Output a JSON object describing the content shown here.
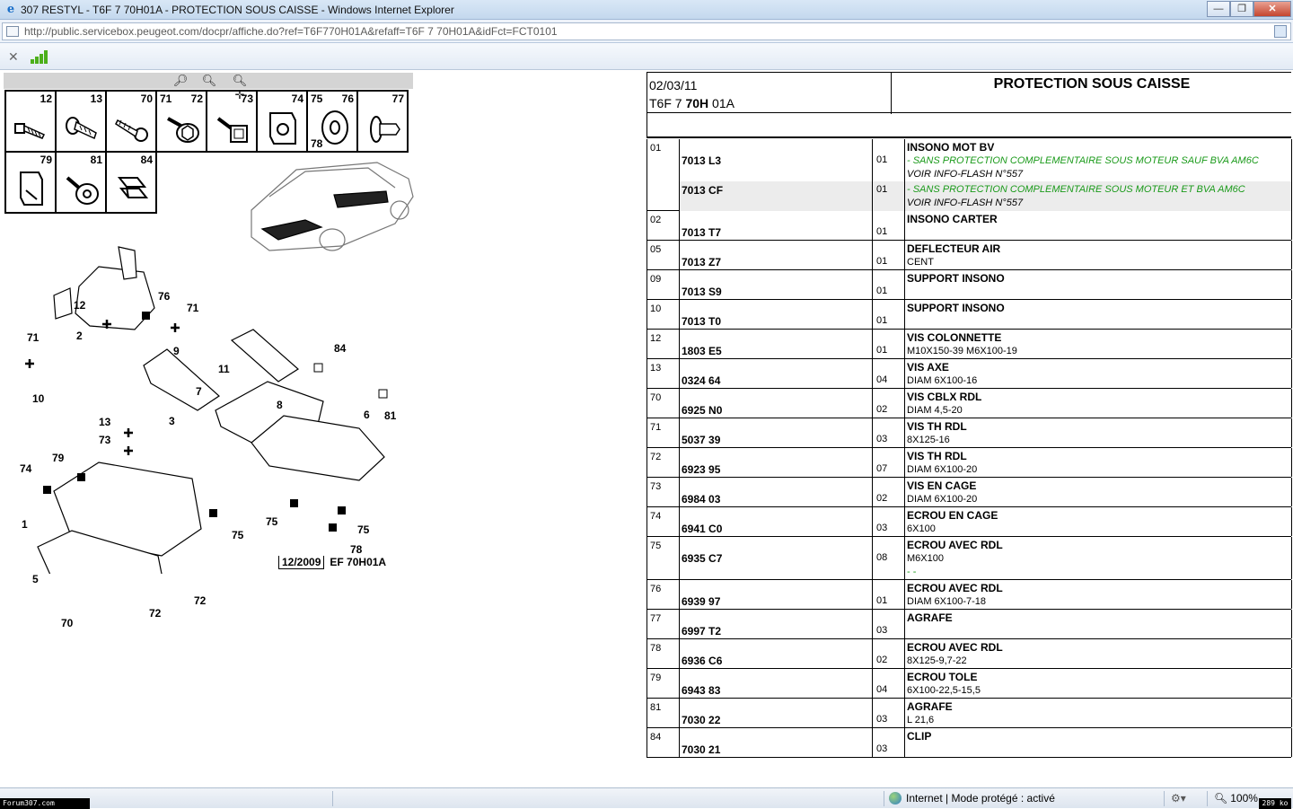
{
  "window": {
    "title": "307 RESTYL - T6F 7 70H01A - PROTECTION SOUS CAISSE - Windows Internet Explorer",
    "url": "http://public.servicebox.peugeot.com/docpr/affiche.do?ref=T6F770H01A&refaff=T6F 7 70H01A&idFct=FCT0101"
  },
  "diagram": {
    "grid_numbers": [
      [
        "12",
        "13",
        "70",
        "71",
        "72",
        "73",
        "74",
        "75",
        "76",
        "77"
      ],
      [
        "79",
        "81",
        "84"
      ]
    ],
    "cell_78": "78",
    "callouts": [
      "12",
      "76",
      "71",
      "2",
      "9",
      "71",
      "10",
      "13",
      "73",
      "3",
      "11",
      "84",
      "7",
      "8",
      "6",
      "81",
      "74",
      "79",
      "1",
      "5",
      "75",
      "75",
      "75",
      "78",
      "70",
      "72",
      "72"
    ],
    "footer_date": "12/2009",
    "footer_ref": "EF 70H01A"
  },
  "header": {
    "date": "02/03/11",
    "ref_prefix": "T6F 7 ",
    "ref_bold": "70H",
    "ref_suffix": " 01A",
    "title": "PROTECTION SOUS CAISSE"
  },
  "parts": [
    {
      "rep": "01",
      "lines": [
        {
          "ref": "7013 L3",
          "qty": "01",
          "name": "INSONO MOT BV",
          "note": "- SANS PROTECTION COMPLEMENTAIRE SOUS MOTEUR SAUF BVA AM6C",
          "info": "VOIR INFO-FLASH N°557"
        },
        {
          "ref": "7013 CF",
          "qty": "01",
          "note": "- SANS PROTECTION COMPLEMENTAIRE SOUS MOTEUR ET BVA AM6C",
          "info": "VOIR INFO-FLASH N°557"
        }
      ]
    },
    {
      "rep": "02",
      "ref": "7013 T7",
      "qty": "01",
      "name": "INSONO CARTER",
      "detail": ""
    },
    {
      "rep": "05",
      "ref": "7013 Z7",
      "qty": "01",
      "name": "DEFLECTEUR AIR",
      "detail": "CENT"
    },
    {
      "rep": "09",
      "ref": "7013 S9",
      "qty": "01",
      "name": "SUPPORT INSONO",
      "detail": ""
    },
    {
      "rep": "10",
      "ref": "7013 T0",
      "qty": "01",
      "name": "SUPPORT INSONO",
      "detail": ""
    },
    {
      "rep": "12",
      "ref": "1803 E5",
      "qty": "01",
      "name": "VIS COLONNETTE",
      "detail": "M10X150-39 M6X100-19"
    },
    {
      "rep": "13",
      "ref": "0324 64",
      "qty": "04",
      "name": "VIS AXE",
      "detail": "DIAM 6X100-16"
    },
    {
      "rep": "70",
      "ref": "6925 N0",
      "qty": "02",
      "name": "VIS CBLX RDL",
      "detail": "DIAM 4,5-20"
    },
    {
      "rep": "71",
      "ref": "5037 39",
      "qty": "03",
      "name": "VIS TH RDL",
      "detail": "8X125-16"
    },
    {
      "rep": "72",
      "ref": "6923 95",
      "qty": "07",
      "name": "VIS TH RDL",
      "detail": "DIAM 6X100-20"
    },
    {
      "rep": "73",
      "ref": "6984 03",
      "qty": "02",
      "name": "VIS EN CAGE",
      "detail": "DIAM 6X100-20"
    },
    {
      "rep": "74",
      "ref": "6941 C0",
      "qty": "03",
      "name": "ECROU EN CAGE",
      "detail": "6X100"
    },
    {
      "rep": "75",
      "ref": "6935 C7",
      "qty": "08",
      "name": "ECROU AVEC RDL",
      "detail": "M6X100",
      "dash": "- -"
    },
    {
      "rep": "76",
      "ref": "6939 97",
      "qty": "01",
      "name": "ECROU AVEC RDL",
      "detail": "DIAM 6X100-7-18"
    },
    {
      "rep": "77",
      "ref": "6997 T2",
      "qty": "03",
      "name": "AGRAFE",
      "detail": ""
    },
    {
      "rep": "78",
      "ref": "6936 C6",
      "qty": "02",
      "name": "ECROU AVEC RDL",
      "detail": "8X125-9,7-22"
    },
    {
      "rep": "79",
      "ref": "6943 83",
      "qty": "04",
      "name": "ECROU TOLE",
      "detail": "6X100-22,5-15,5"
    },
    {
      "rep": "81",
      "ref": "7030 22",
      "qty": "03",
      "name": "AGRAFE",
      "detail": "L 21,6"
    },
    {
      "rep": "84",
      "ref": "7030 21",
      "qty": "03",
      "name": "CLIP",
      "detail": ""
    }
  ],
  "status": {
    "zone": "Internet | Mode protégé : activé",
    "zoom": "100%",
    "watermark_left": "Forum307.com",
    "watermark_right": "289 ko"
  },
  "colors": {
    "note_green": "#1a9a1a",
    "shaded_row": "#ececec"
  },
  "icons": [
    "ie-logo-icon",
    "page-icon",
    "compatibility-icon",
    "stop-icon",
    "signal-icon",
    "zoom-in-icon",
    "zoom-out-icon",
    "zoom-fit-icon",
    "globe-icon",
    "security-icon",
    "magnifier-icon"
  ]
}
